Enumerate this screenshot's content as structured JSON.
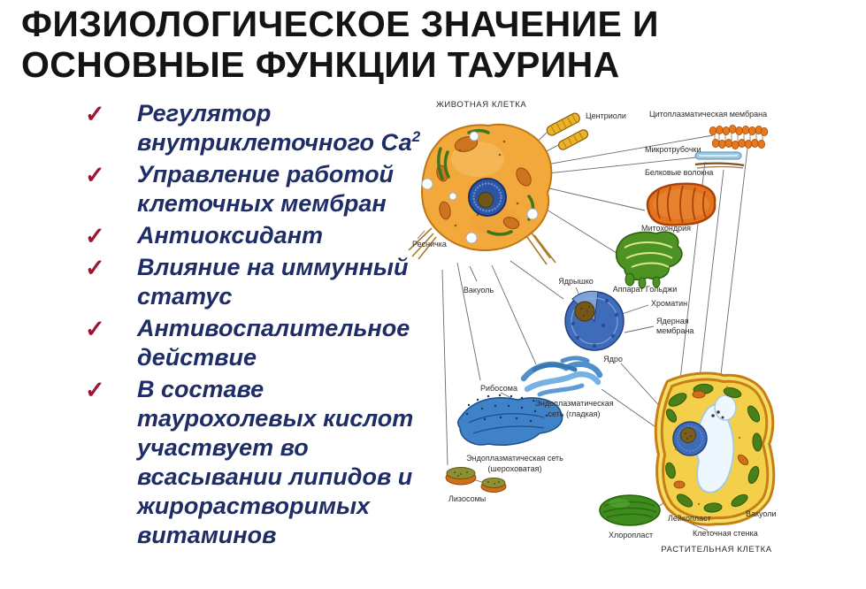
{
  "title": {
    "line1": "ФИЗИОЛОГИЧЕСКОЕ ЗНАЧЕНИЕ И",
    "line2": "ОСНОВНЫЕ ФУНКЦИИ ТАУРИНА"
  },
  "colors": {
    "bullet_text": "#1f2d66",
    "checkmark": "#9c1631",
    "title_text": "#141414",
    "diagram_label": "#2e2b28"
  },
  "check_glyph": "✓",
  "bullets": [
    {
      "text": "Регулятор\nвнутриклеточного Са",
      "sup": "2"
    },
    {
      "text": "Управление работой\nклеточных мембран"
    },
    {
      "text": "Антиоксидант"
    },
    {
      "text": "Влияние на иммунный\nстатус"
    },
    {
      "text": "Антивоспалительное\nдействие"
    },
    {
      "text": "В составе\nтаурохолевых кислот\nучаствует во\nвсасывании липидов и\nжирорастворимых\nвитаминов"
    }
  ],
  "diagram": {
    "animal_cell_caption": "ЖИВОТНАЯ КЛЕТКА",
    "plant_cell_caption": "РАСТИТЕЛЬНАЯ КЛЕТКА",
    "labels": {
      "centrioles": "Центриоли",
      "membrane": "Цитоплазматическая мембрана",
      "microtubules": "Микротрубочки",
      "fibers": "Белковые волокна",
      "mitochondria": "Митохондрия",
      "cilium": "Ресничка",
      "vacuole": "Вакуоль",
      "nucleolus": "Ядрышко",
      "golgi": "Аппарат Гольджи",
      "chromatin": "Хроматин",
      "nuclear_membrane1": "Ядерная",
      "nuclear_membrane2": "мембрана",
      "nucleus": "Ядро",
      "ribosome": "Рибосома",
      "smooth_er1": "Эндоплазматическая",
      "smooth_er2": "сеть (гладкая)",
      "rough_er1": "Эндоплазматическая сеть",
      "rough_er2": "(шероховатая)",
      "lysosomes": "Лизосомы",
      "chloroplast": "Хлоропласт",
      "leucoplast": "Лейкопласт",
      "cell_wall": "Клеточная стенка",
      "vacuoles": "Вакуоли"
    }
  }
}
